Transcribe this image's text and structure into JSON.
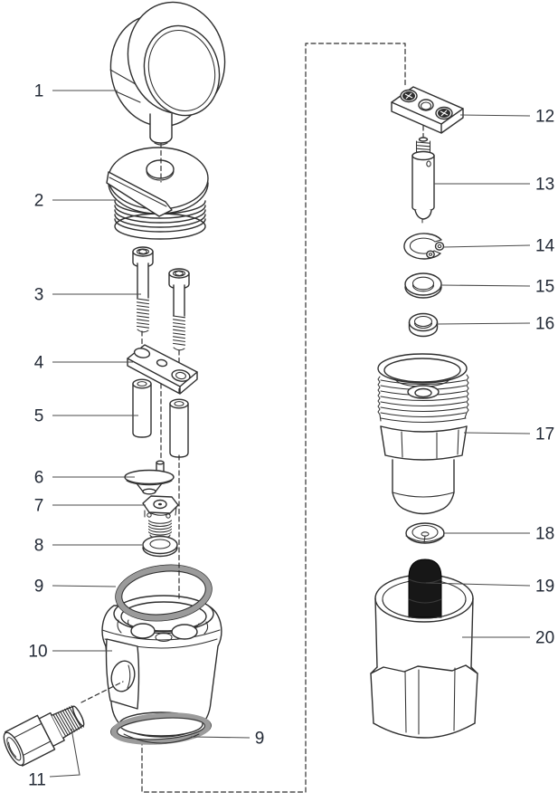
{
  "figure": {
    "kind": "exploded-parts-diagram",
    "columns": 2,
    "parts_count": 20
  },
  "colors": {
    "background": "#ffffff",
    "line": "#2f2f2f",
    "leader": "#4a4a4a",
    "label": "#232a36",
    "oring": "#9b9b9b",
    "filter_black": "#171717"
  },
  "callouts": {
    "c1": {
      "label": "1"
    },
    "c2": {
      "label": "2"
    },
    "c3": {
      "label": "3"
    },
    "c4": {
      "label": "4"
    },
    "c5": {
      "label": "5"
    },
    "c6": {
      "label": "6"
    },
    "c7": {
      "label": "7"
    },
    "c8": {
      "label": "8"
    },
    "c9": {
      "label": "9"
    },
    "c9b": {
      "label": "9"
    },
    "c10": {
      "label": "10"
    },
    "c11": {
      "label": "11"
    },
    "c12": {
      "label": "12"
    },
    "c13": {
      "label": "13"
    },
    "c14": {
      "label": "14"
    },
    "c15": {
      "label": "15"
    },
    "c16": {
      "label": "16"
    },
    "c17": {
      "label": "17"
    },
    "c18": {
      "label": "18"
    },
    "c19": {
      "label": "19"
    },
    "c20": {
      "label": "20"
    }
  }
}
